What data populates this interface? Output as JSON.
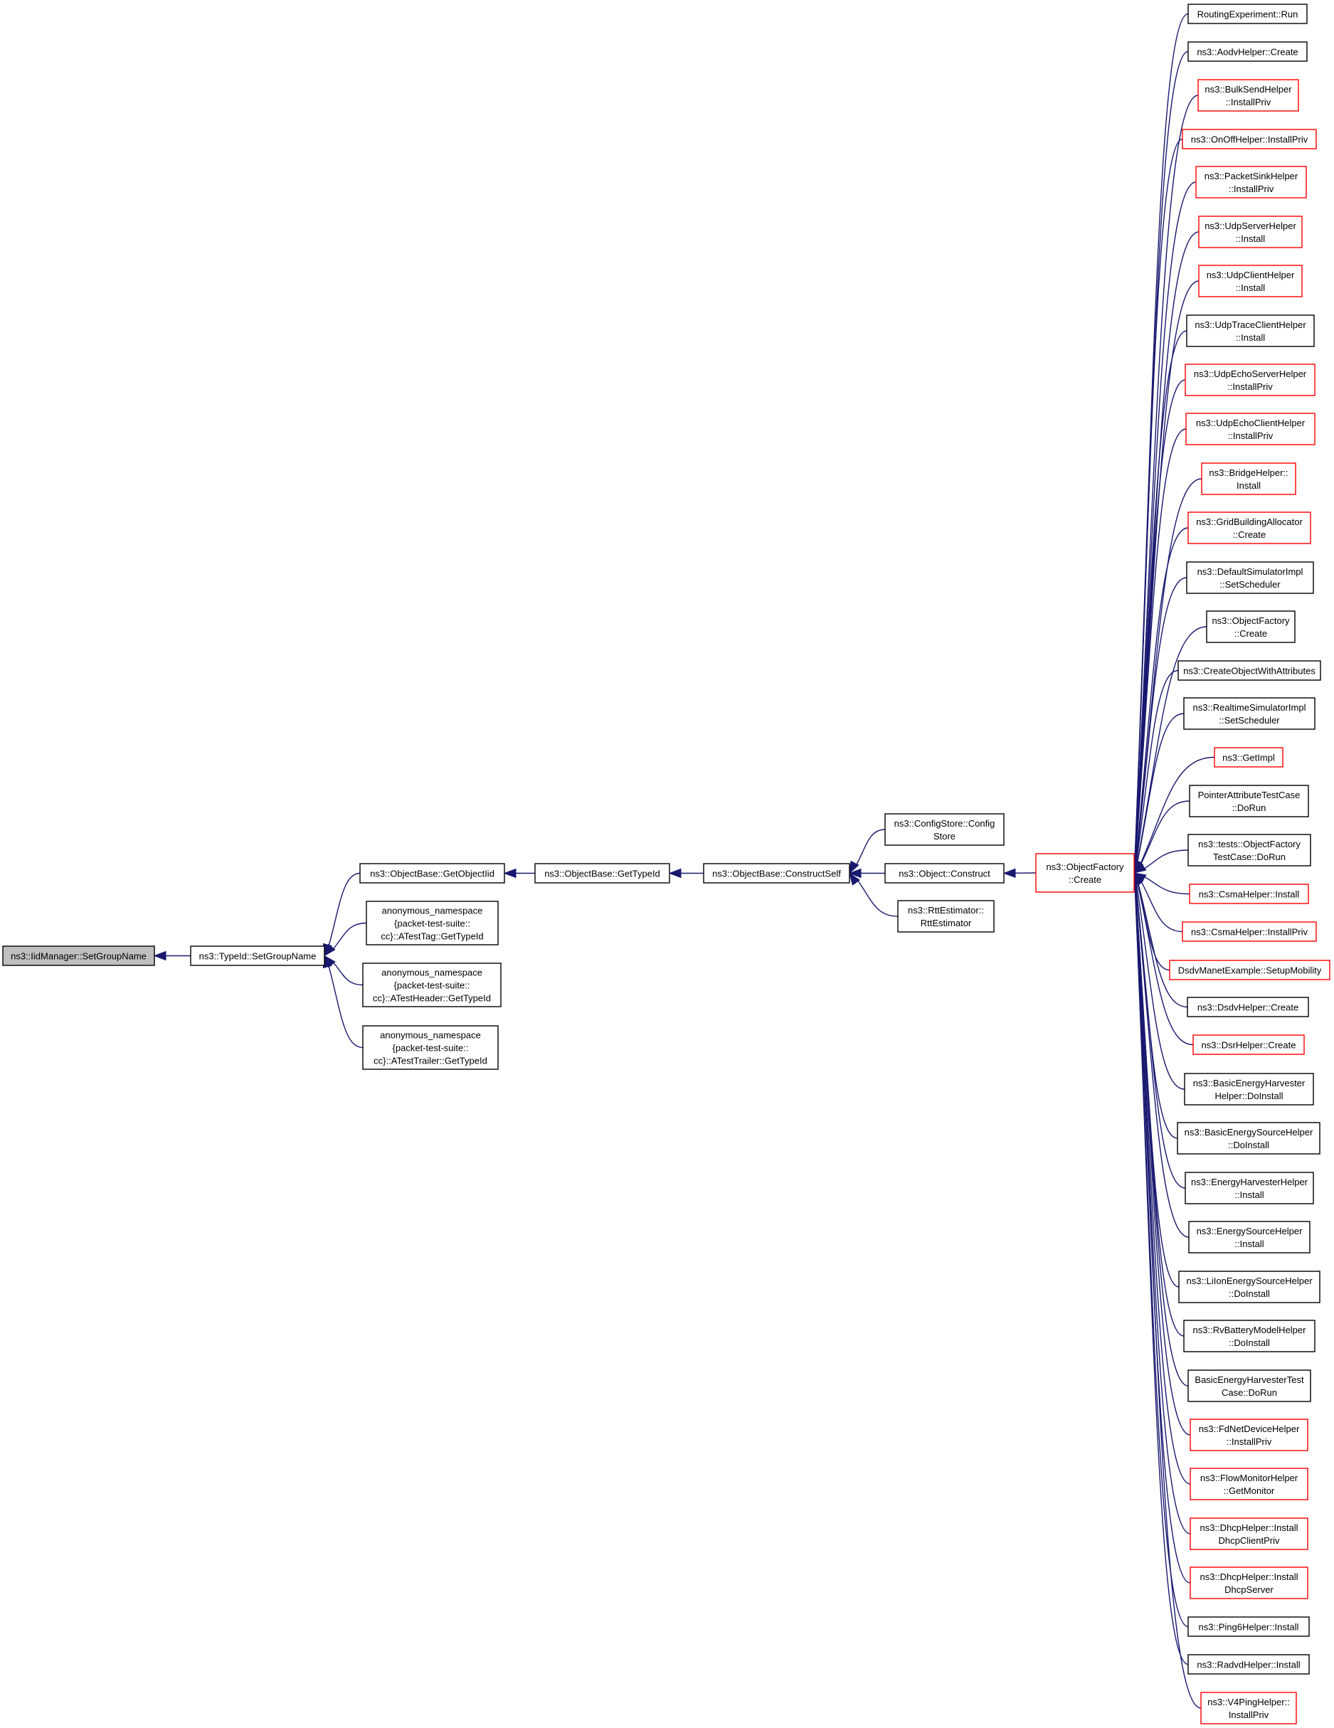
{
  "colors": {
    "edge": "#191970",
    "border_default": "#000000",
    "border_truncated": "#ff0000",
    "root_fill": "#bfbfbf",
    "box_fill": "#ffffff"
  },
  "nodes": [
    {
      "id": "root",
      "lines": [
        "ns3::IidManager::SetGroupName"
      ],
      "border": "black",
      "root": true
    },
    {
      "id": "typeid_setgroupname",
      "lines": [
        "ns3::TypeId::SetGroupName"
      ],
      "border": "black"
    },
    {
      "id": "getobjectiid",
      "lines": [
        "ns3::ObjectBase::GetObjectIid"
      ],
      "border": "black"
    },
    {
      "id": "atesttag",
      "lines": [
        "anonymous_namespace",
        "{packet-test-suite::",
        "cc}::ATestTag::GetTypeId"
      ],
      "border": "black"
    },
    {
      "id": "atestheader",
      "lines": [
        "anonymous_namespace",
        "{packet-test-suite::",
        "cc}::ATestHeader::GetTypeId"
      ],
      "border": "black"
    },
    {
      "id": "atesttrailer",
      "lines": [
        "anonymous_namespace",
        "{packet-test-suite::",
        "cc}::ATestTrailer::GetTypeId"
      ],
      "border": "black"
    },
    {
      "id": "objectbase_gettypeid",
      "lines": [
        "ns3::ObjectBase::GetTypeId"
      ],
      "border": "black"
    },
    {
      "id": "constructself",
      "lines": [
        "ns3::ObjectBase::ConstructSelf"
      ],
      "border": "black"
    },
    {
      "id": "configstore",
      "lines": [
        "ns3::ConfigStore::Config",
        "Store"
      ],
      "border": "black"
    },
    {
      "id": "object_construct",
      "lines": [
        "ns3::Object::Construct"
      ],
      "border": "black"
    },
    {
      "id": "rttestimator",
      "lines": [
        "ns3::RttEstimator::",
        "RttEstimator"
      ],
      "border": "black"
    },
    {
      "id": "objectfactory_create",
      "lines": [
        "ns3::ObjectFactory",
        "::Create"
      ],
      "border": "red"
    },
    {
      "id": "c1",
      "lines": [
        "RoutingExperiment::Run"
      ],
      "border": "black"
    },
    {
      "id": "c2",
      "lines": [
        "ns3::AodvHelper::Create"
      ],
      "border": "black"
    },
    {
      "id": "c3",
      "lines": [
        "ns3::BulkSendHelper",
        "::InstallPriv"
      ],
      "border": "red"
    },
    {
      "id": "c4",
      "lines": [
        "ns3::OnOffHelper::InstallPriv"
      ],
      "border": "red"
    },
    {
      "id": "c5",
      "lines": [
        "ns3::PacketSinkHelper",
        "::InstallPriv"
      ],
      "border": "red"
    },
    {
      "id": "c6",
      "lines": [
        "ns3::UdpServerHelper",
        "::Install"
      ],
      "border": "red"
    },
    {
      "id": "c7",
      "lines": [
        "ns3::UdpClientHelper",
        "::Install"
      ],
      "border": "red"
    },
    {
      "id": "c8",
      "lines": [
        "ns3::UdpTraceClientHelper",
        "::Install"
      ],
      "border": "black"
    },
    {
      "id": "c9",
      "lines": [
        "ns3::UdpEchoServerHelper",
        "::InstallPriv"
      ],
      "border": "red"
    },
    {
      "id": "c10",
      "lines": [
        "ns3::UdpEchoClientHelper",
        "::InstallPriv"
      ],
      "border": "red"
    },
    {
      "id": "c11",
      "lines": [
        "ns3::BridgeHelper::",
        "Install"
      ],
      "border": "red"
    },
    {
      "id": "c12",
      "lines": [
        "ns3::GridBuildingAllocator",
        "::Create"
      ],
      "border": "red"
    },
    {
      "id": "c13",
      "lines": [
        "ns3::DefaultSimulatorImpl",
        "::SetScheduler"
      ],
      "border": "black"
    },
    {
      "id": "c14",
      "lines": [
        "ns3::ObjectFactory",
        "::Create"
      ],
      "border": "black"
    },
    {
      "id": "c15",
      "lines": [
        "ns3::CreateObjectWithAttributes"
      ],
      "border": "black"
    },
    {
      "id": "c16",
      "lines": [
        "ns3::RealtimeSimulatorImpl",
        "::SetScheduler"
      ],
      "border": "black"
    },
    {
      "id": "c17",
      "lines": [
        "ns3::GetImpl"
      ],
      "border": "red"
    },
    {
      "id": "c18",
      "lines": [
        "PointerAttributeTestCase",
        "::DoRun"
      ],
      "border": "black"
    },
    {
      "id": "c19",
      "lines": [
        "ns3::tests::ObjectFactory",
        "TestCase::DoRun"
      ],
      "border": "black"
    },
    {
      "id": "c20",
      "lines": [
        "ns3::CsmaHelper::Install"
      ],
      "border": "red"
    },
    {
      "id": "c21",
      "lines": [
        "ns3::CsmaHelper::InstallPriv"
      ],
      "border": "red"
    },
    {
      "id": "c22",
      "lines": [
        "DsdvManetExample::SetupMobility"
      ],
      "border": "red"
    },
    {
      "id": "c23",
      "lines": [
        "ns3::DsdvHelper::Create"
      ],
      "border": "black"
    },
    {
      "id": "c24",
      "lines": [
        "ns3::DsrHelper::Create"
      ],
      "border": "red"
    },
    {
      "id": "c25",
      "lines": [
        "ns3::BasicEnergyHarvester",
        "Helper::DoInstall"
      ],
      "border": "black"
    },
    {
      "id": "c26",
      "lines": [
        "ns3::BasicEnergySourceHelper",
        "::DoInstall"
      ],
      "border": "black"
    },
    {
      "id": "c27",
      "lines": [
        "ns3::EnergyHarvesterHelper",
        "::Install"
      ],
      "border": "black"
    },
    {
      "id": "c28",
      "lines": [
        "ns3::EnergySourceHelper",
        "::Install"
      ],
      "border": "black"
    },
    {
      "id": "c29",
      "lines": [
        "ns3::LiIonEnergySourceHelper",
        "::DoInstall"
      ],
      "border": "black"
    },
    {
      "id": "c30",
      "lines": [
        "ns3::RvBatteryModelHelper",
        "::DoInstall"
      ],
      "border": "black"
    },
    {
      "id": "c31",
      "lines": [
        "BasicEnergyHarvesterTest",
        "Case::DoRun"
      ],
      "border": "black"
    },
    {
      "id": "c32",
      "lines": [
        "ns3::FdNetDeviceHelper",
        "::InstallPriv"
      ],
      "border": "red"
    },
    {
      "id": "c33",
      "lines": [
        "ns3::FlowMonitorHelper",
        "::GetMonitor"
      ],
      "border": "red"
    },
    {
      "id": "c34",
      "lines": [
        "ns3::DhcpHelper::Install",
        "DhcpClientPriv"
      ],
      "border": "red"
    },
    {
      "id": "c35",
      "lines": [
        "ns3::DhcpHelper::Install",
        "DhcpServer"
      ],
      "border": "red"
    },
    {
      "id": "c36",
      "lines": [
        "ns3::Ping6Helper::Install"
      ],
      "border": "black"
    },
    {
      "id": "c37",
      "lines": [
        "ns3::RadvdHelper::Install"
      ],
      "border": "black"
    },
    {
      "id": "c38",
      "lines": [
        "ns3::V4PingHelper::",
        "InstallPriv"
      ],
      "border": "red"
    }
  ],
  "edges": [
    {
      "from": "typeid_setgroupname",
      "to": "root"
    },
    {
      "from": "getobjectiid",
      "to": "typeid_setgroupname"
    },
    {
      "from": "atesttag",
      "to": "typeid_setgroupname"
    },
    {
      "from": "atestheader",
      "to": "typeid_setgroupname"
    },
    {
      "from": "atesttrailer",
      "to": "typeid_setgroupname"
    },
    {
      "from": "objectbase_gettypeid",
      "to": "getobjectiid"
    },
    {
      "from": "constructself",
      "to": "objectbase_gettypeid"
    },
    {
      "from": "configstore",
      "to": "constructself"
    },
    {
      "from": "object_construct",
      "to": "constructself"
    },
    {
      "from": "rttestimator",
      "to": "constructself"
    },
    {
      "from": "objectfactory_create",
      "to": "object_construct"
    },
    {
      "from": "c1",
      "to": "objectfactory_create"
    },
    {
      "from": "c2",
      "to": "objectfactory_create"
    },
    {
      "from": "c3",
      "to": "objectfactory_create"
    },
    {
      "from": "c4",
      "to": "objectfactory_create"
    },
    {
      "from": "c5",
      "to": "objectfactory_create"
    },
    {
      "from": "c6",
      "to": "objectfactory_create"
    },
    {
      "from": "c7",
      "to": "objectfactory_create"
    },
    {
      "from": "c8",
      "to": "objectfactory_create"
    },
    {
      "from": "c9",
      "to": "objectfactory_create"
    },
    {
      "from": "c10",
      "to": "objectfactory_create"
    },
    {
      "from": "c11",
      "to": "objectfactory_create"
    },
    {
      "from": "c12",
      "to": "objectfactory_create"
    },
    {
      "from": "c13",
      "to": "objectfactory_create"
    },
    {
      "from": "c14",
      "to": "objectfactory_create"
    },
    {
      "from": "c15",
      "to": "objectfactory_create"
    },
    {
      "from": "c16",
      "to": "objectfactory_create"
    },
    {
      "from": "c17",
      "to": "objectfactory_create"
    },
    {
      "from": "c18",
      "to": "objectfactory_create"
    },
    {
      "from": "c19",
      "to": "objectfactory_create"
    },
    {
      "from": "c20",
      "to": "objectfactory_create"
    },
    {
      "from": "c21",
      "to": "objectfactory_create"
    },
    {
      "from": "c22",
      "to": "objectfactory_create"
    },
    {
      "from": "c23",
      "to": "objectfactory_create"
    },
    {
      "from": "c24",
      "to": "objectfactory_create"
    },
    {
      "from": "c25",
      "to": "objectfactory_create"
    },
    {
      "from": "c26",
      "to": "objectfactory_create"
    },
    {
      "from": "c27",
      "to": "objectfactory_create"
    },
    {
      "from": "c28",
      "to": "objectfactory_create"
    },
    {
      "from": "c29",
      "to": "objectfactory_create"
    },
    {
      "from": "c30",
      "to": "objectfactory_create"
    },
    {
      "from": "c31",
      "to": "objectfactory_create"
    },
    {
      "from": "c32",
      "to": "objectfactory_create"
    },
    {
      "from": "c33",
      "to": "objectfactory_create"
    },
    {
      "from": "c34",
      "to": "objectfactory_create"
    },
    {
      "from": "c35",
      "to": "objectfactory_create"
    },
    {
      "from": "c36",
      "to": "objectfactory_create"
    },
    {
      "from": "c37",
      "to": "objectfactory_create"
    },
    {
      "from": "c38",
      "to": "objectfactory_create"
    }
  ]
}
